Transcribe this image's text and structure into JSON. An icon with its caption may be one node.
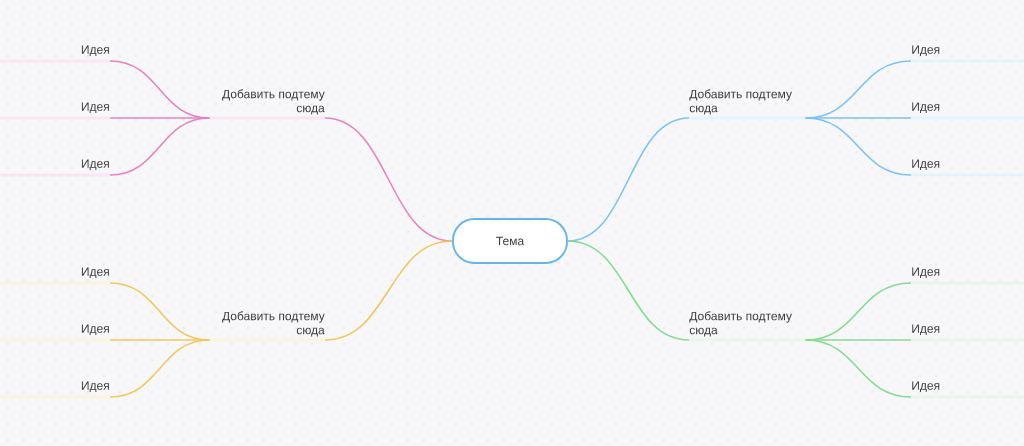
{
  "diagram": {
    "nodes": [
      {
        "text": [
          "Тема"
        ]
      },
      {
        "text": [
          "Добавить подтему сюда"
        ]
      },
      {
        "text": [
          "Идея"
        ]
      },
      {
        "text": [
          "Идея"
        ]
      },
      {
        "text": [
          "Идея"
        ]
      },
      {
        "text": [
          "Добавить подтему сюда"
        ]
      },
      {
        "text": [
          "Идея"
        ]
      },
      {
        "text": [
          "Идея"
        ]
      },
      {
        "text": [
          "Идея"
        ]
      },
      {
        "text": [
          "Добавить подтему сюда"
        ]
      },
      {
        "text": [
          "Идея"
        ]
      },
      {
        "text": [
          "Идея"
        ]
      },
      {
        "text": [
          "Идея"
        ]
      },
      {
        "text": [
          "Добавить подтему сюда"
        ]
      },
      {
        "text": [
          "Идея"
        ]
      },
      {
        "text": [
          "Идея"
        ]
      },
      {
        "text": [
          "Идея"
        ]
      }
    ],
    "edges": [
      {
        "from": 0,
        "to": 1,
        "arrow": "none",
        "color": "#e784c0"
      },
      {
        "from": 1,
        "to": 2,
        "arrow": "none",
        "color": "#e784c0"
      },
      {
        "from": 1,
        "to": 3,
        "arrow": "none",
        "color": "#e784c0"
      },
      {
        "from": 1,
        "to": 4,
        "arrow": "none",
        "color": "#e784c0"
      },
      {
        "from": 0,
        "to": 5,
        "arrow": "none",
        "color": "#7dc2f5"
      },
      {
        "from": 5,
        "to": 6,
        "arrow": "none",
        "color": "#7dc2f5"
      },
      {
        "from": 5,
        "to": 7,
        "arrow": "none",
        "color": "#7dc2f5"
      },
      {
        "from": 5,
        "to": 8,
        "arrow": "none",
        "color": "#7dc2f5"
      },
      {
        "from": 0,
        "to": 9,
        "arrow": "none",
        "color": "#f3c75f"
      },
      {
        "from": 9,
        "to": 10,
        "arrow": "none",
        "color": "#f3c75f"
      },
      {
        "from": 9,
        "to": 11,
        "arrow": "none",
        "color": "#f3c75f"
      },
      {
        "from": 9,
        "to": 12,
        "arrow": "none",
        "color": "#f3c75f"
      },
      {
        "from": 0,
        "to": 13,
        "arrow": "none",
        "color": "#85db92"
      },
      {
        "from": 13,
        "to": 14,
        "arrow": "none",
        "color": "#85db92"
      },
      {
        "from": 13,
        "to": 15,
        "arrow": "none",
        "color": "#85db92"
      },
      {
        "from": 13,
        "to": 16,
        "arrow": "none",
        "color": "#85db92"
      }
    ]
  }
}
